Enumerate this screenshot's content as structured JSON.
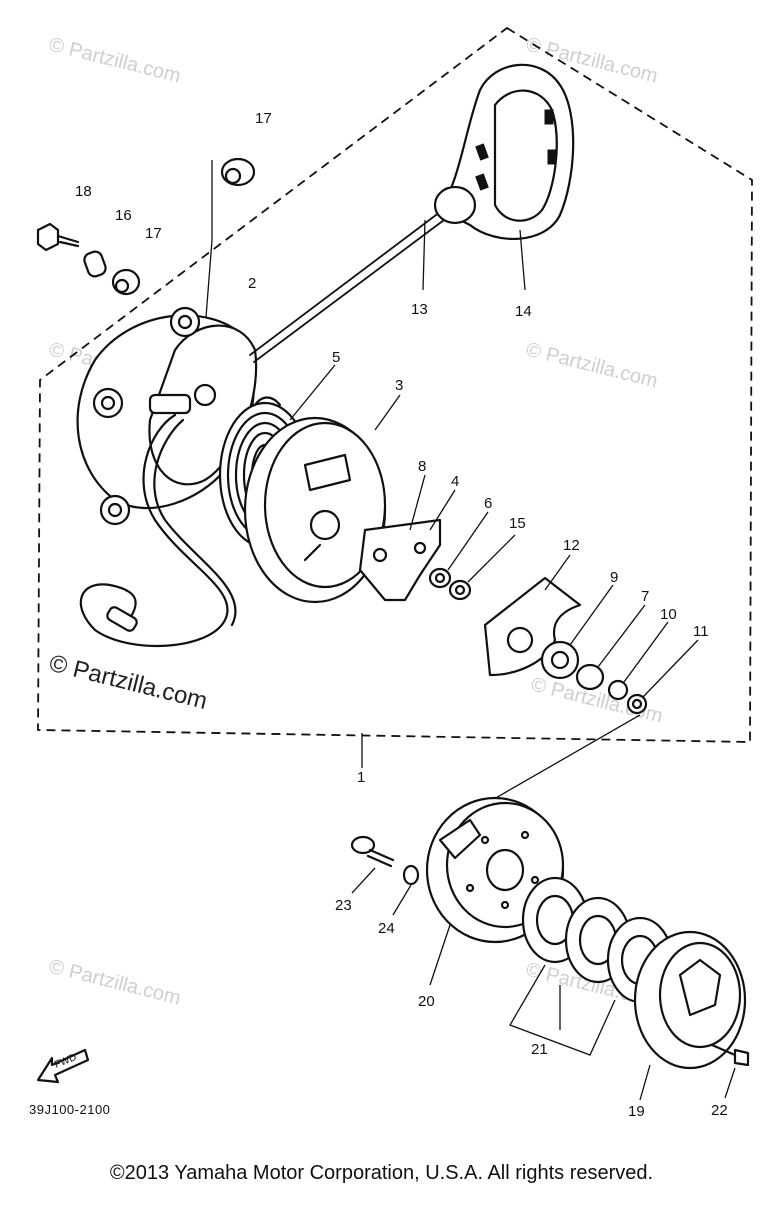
{
  "diagram": {
    "part_labels": [
      "1",
      "2",
      "3",
      "4",
      "5",
      "6",
      "7",
      "8",
      "9",
      "10",
      "11",
      "12",
      "13",
      "14",
      "15",
      "16",
      "17",
      "17",
      "18",
      "19",
      "20",
      "21",
      "22",
      "23",
      "24"
    ],
    "watermark_text": "© Partzilla.com",
    "diagram_code": "39J100-2100",
    "fwd_arrow_text": "FWD",
    "copyright": "©2013 Yamaha Motor Corporation, U.S.A. All rights reserved."
  }
}
